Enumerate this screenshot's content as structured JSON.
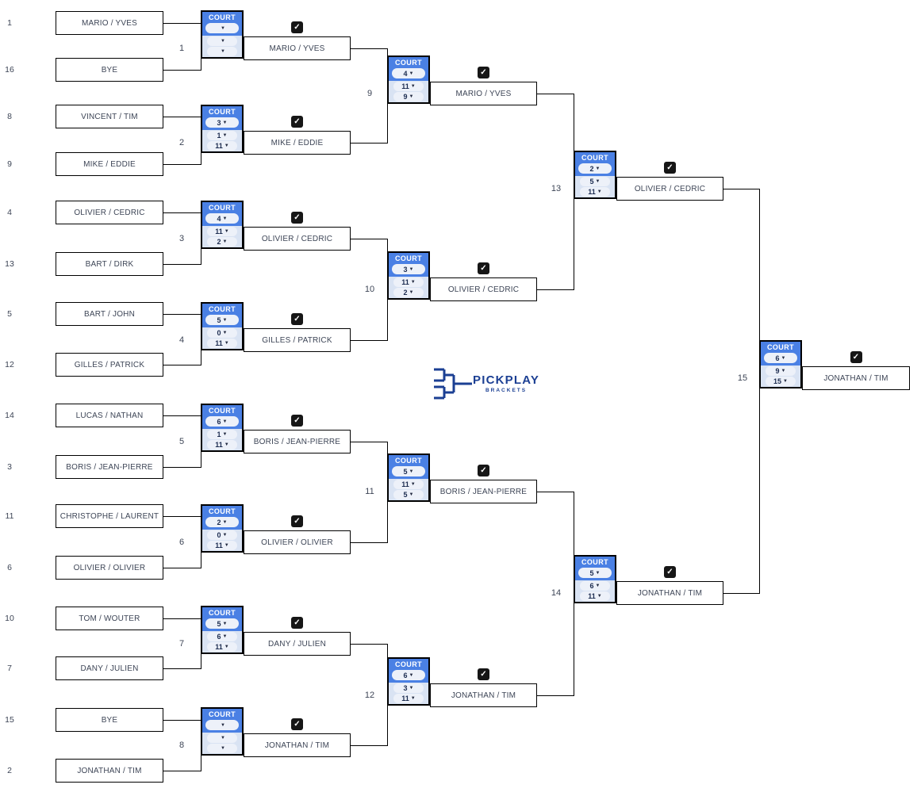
{
  "ui": {
    "court_label": "COURT",
    "icons": {
      "check": "✓",
      "caret": "▼"
    },
    "colors": {
      "court_header_blue": "#4a80e4",
      "court_body_light": "#d9e3f3",
      "pill_background": "#edf1f9",
      "logo_navy": "#1b3f93",
      "checkbox_black": "#161616",
      "line_black": "#000000"
    },
    "logo": {
      "title": "PICKPLAY",
      "subtitle": "BRACKETS"
    }
  },
  "teams": [
    {
      "seed": "1",
      "name": "MARIO / YVES"
    },
    {
      "seed": "16",
      "name": "BYE"
    },
    {
      "seed": "8",
      "name": "VINCENT / TIM"
    },
    {
      "seed": "9",
      "name": "MIKE / EDDIE"
    },
    {
      "seed": "4",
      "name": "OLIVIER / CEDRIC"
    },
    {
      "seed": "13",
      "name": "BART / DIRK"
    },
    {
      "seed": "5",
      "name": "BART / JOHN"
    },
    {
      "seed": "12",
      "name": "GILLES / PATRICK"
    },
    {
      "seed": "14",
      "name": "LUCAS / NATHAN"
    },
    {
      "seed": "3",
      "name": "BORIS / JEAN-PIERRE"
    },
    {
      "seed": "11",
      "name": "CHRISTOPHE / LAURENT"
    },
    {
      "seed": "6",
      "name": "OLIVIER / OLIVIER"
    },
    {
      "seed": "10",
      "name": "TOM / WOUTER"
    },
    {
      "seed": "7",
      "name": "DANY / JULIEN"
    },
    {
      "seed": "15",
      "name": "BYE"
    },
    {
      "seed": "2",
      "name": "JONATHAN / TIM"
    }
  ],
  "matches": [
    {
      "number": "1",
      "round": 1,
      "court": "",
      "score1": "",
      "score2": "",
      "winner": "MARIO / YVES",
      "winner_checked": true
    },
    {
      "number": "2",
      "round": 1,
      "court": "3",
      "score1": "1",
      "score2": "11",
      "winner": "MIKE / EDDIE",
      "winner_checked": true
    },
    {
      "number": "3",
      "round": 1,
      "court": "4",
      "score1": "11",
      "score2": "2",
      "winner": "OLIVIER / CEDRIC",
      "winner_checked": true
    },
    {
      "number": "4",
      "round": 1,
      "court": "5",
      "score1": "0",
      "score2": "11",
      "winner": "GILLES / PATRICK",
      "winner_checked": true
    },
    {
      "number": "5",
      "round": 1,
      "court": "6",
      "score1": "1",
      "score2": "11",
      "winner": "BORIS / JEAN-PIERRE",
      "winner_checked": true
    },
    {
      "number": "6",
      "round": 1,
      "court": "2",
      "score1": "0",
      "score2": "11",
      "winner": "OLIVIER / OLIVIER",
      "winner_checked": true
    },
    {
      "number": "7",
      "round": 1,
      "court": "5",
      "score1": "6",
      "score2": "11",
      "winner": "DANY / JULIEN",
      "winner_checked": true
    },
    {
      "number": "8",
      "round": 1,
      "court": "",
      "score1": "",
      "score2": "",
      "winner": "JONATHAN / TIM",
      "winner_checked": true
    },
    {
      "number": "9",
      "round": 2,
      "court": "4",
      "score1": "11",
      "score2": "9",
      "winner": "MARIO / YVES",
      "winner_checked": true
    },
    {
      "number": "10",
      "round": 2,
      "court": "3",
      "score1": "11",
      "score2": "2",
      "winner": "OLIVIER / CEDRIC",
      "winner_checked": true
    },
    {
      "number": "11",
      "round": 2,
      "court": "5",
      "score1": "11",
      "score2": "5",
      "winner": "BORIS / JEAN-PIERRE",
      "winner_checked": true
    },
    {
      "number": "12",
      "round": 2,
      "court": "6",
      "score1": "3",
      "score2": "11",
      "winner": "JONATHAN / TIM",
      "winner_checked": true
    },
    {
      "number": "13",
      "round": 3,
      "court": "2",
      "score1": "5",
      "score2": "11",
      "winner": "OLIVIER / CEDRIC",
      "winner_checked": true
    },
    {
      "number": "14",
      "round": 3,
      "court": "5",
      "score1": "6",
      "score2": "11",
      "winner": "JONATHAN / TIM",
      "winner_checked": true
    },
    {
      "number": "15",
      "round": 4,
      "court": "6",
      "score1": "9",
      "score2": "15",
      "winner": "JONATHAN / TIM",
      "winner_checked": true
    }
  ]
}
